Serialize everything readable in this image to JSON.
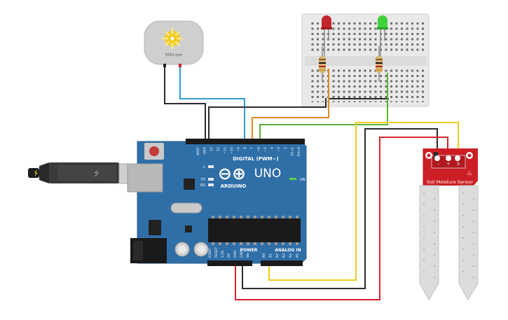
{
  "motor": {
    "rpm_label": "5555 rpm"
  },
  "arduino": {
    "brand": "ARDUINO",
    "model": "UNO",
    "digital_label": "DIGITAL (PWM~)",
    "power_label": "POWER",
    "analog_label": "ANALOG IN",
    "on_label": "ON",
    "led_l": "L",
    "led_tx": "TX",
    "led_rx": "RX",
    "header_top": [
      "AREF",
      "GND",
      "13",
      "12",
      "~11",
      "~10",
      "~9",
      "8",
      "7",
      "~6",
      "~5",
      "4",
      "~3",
      "2",
      "TX→1",
      "RX←0"
    ],
    "header_power": [
      "IOREF",
      "RESET",
      "3.3V",
      "5V",
      "GND",
      "GND",
      "Vin"
    ],
    "header_analog": [
      "A0",
      "A1",
      "A2",
      "A3",
      "A4",
      "A5"
    ]
  },
  "sensor": {
    "label": "Soil Moisture Sensor",
    "pins": [
      "-",
      "+",
      "S"
    ]
  },
  "leds": [
    {
      "color": "red"
    },
    {
      "color": "green"
    }
  ],
  "colors": {
    "board": "#2f6fa8",
    "sensor_board": "#cc1f25",
    "wire_black": "#2b2b2b",
    "wire_blue": "#2b9fd0",
    "wire_orange": "#e08a1e",
    "wire_green": "#5cb232",
    "wire_yellow": "#f2cc1c",
    "wire_red": "#d8232a"
  }
}
